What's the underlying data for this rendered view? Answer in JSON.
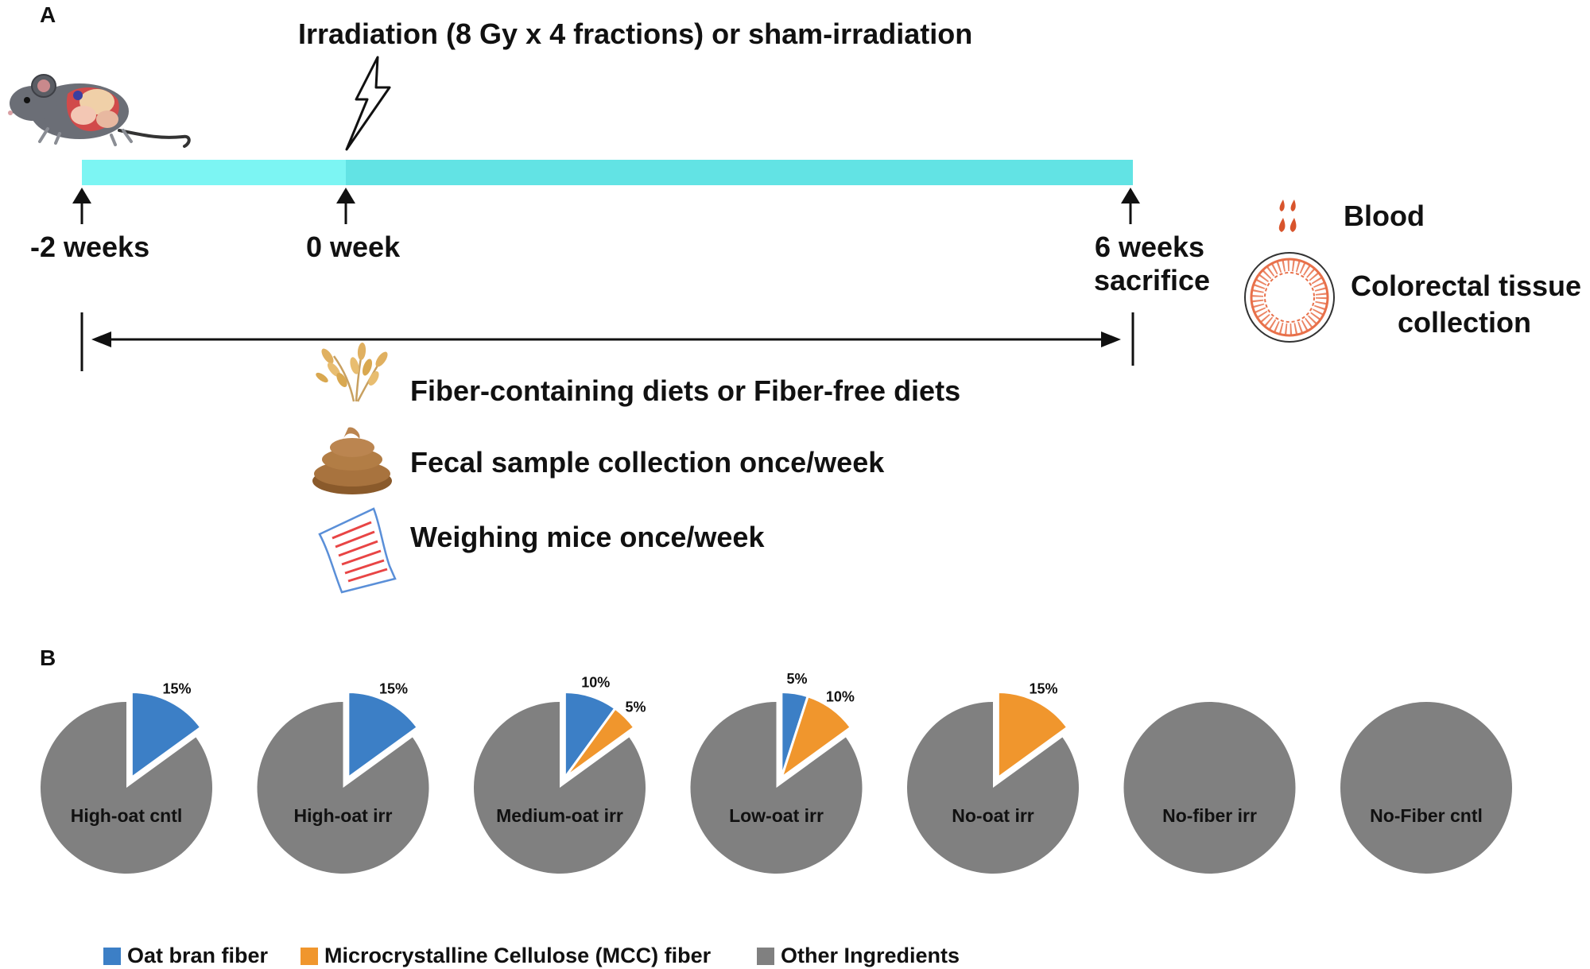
{
  "panel_a": {
    "label": "A",
    "irradiation_title": "Irradiation (8 Gy x 4 fractions) or sham-irradiation",
    "timepoints": {
      "start": "-2 weeks",
      "zero": "0 week",
      "end_line1": "6 weeks",
      "end_line2": "sacrifice"
    },
    "procedures": [
      {
        "icon": "oat-icon",
        "text": "Fiber-containing diets or Fiber-free diets"
      },
      {
        "icon": "feces-icon",
        "text": "Fecal sample collection once/week"
      },
      {
        "icon": "paper-icon",
        "text": "Weighing mice once/week"
      }
    ],
    "collections": {
      "blood": "Blood",
      "tissue_line1": "Colorectal tissue",
      "tissue_line2": "collection"
    }
  },
  "panel_b": {
    "label": "B",
    "chart_data": {
      "type": "pie",
      "colors": {
        "oat": "#3c7fc6",
        "mcc": "#f0962d",
        "other": "#808080"
      },
      "series_names": [
        "Oat bran fiber",
        "Microcrystalline Cellulose (MCC) fiber",
        "Other Ingredients"
      ],
      "pies": [
        {
          "name": "High-oat cntl",
          "oat": 15,
          "mcc": 0,
          "oat_label": "15%",
          "mcc_label": ""
        },
        {
          "name": "High-oat irr",
          "oat": 15,
          "mcc": 0,
          "oat_label": "15%",
          "mcc_label": ""
        },
        {
          "name": "Medium-oat irr",
          "oat": 10,
          "mcc": 5,
          "oat_label": "10%",
          "mcc_label": "5%"
        },
        {
          "name": "Low-oat irr",
          "oat": 5,
          "mcc": 10,
          "oat_label": "5%",
          "mcc_label": "10%"
        },
        {
          "name": "No-oat irr",
          "oat": 0,
          "mcc": 15,
          "oat_label": "",
          "mcc_label": "15%"
        },
        {
          "name": "No-fiber irr",
          "oat": 0,
          "mcc": 0,
          "oat_label": "",
          "mcc_label": ""
        },
        {
          "name": "No-Fiber cntl",
          "oat": 0,
          "mcc": 0,
          "oat_label": "",
          "mcc_label": ""
        }
      ],
      "legend": [
        {
          "key": "oat",
          "label": "Oat bran fiber"
        },
        {
          "key": "mcc",
          "label": "Microcrystalline Cellulose (MCC) fiber"
        },
        {
          "key": "other",
          "label": "Other Ingredients"
        }
      ]
    }
  }
}
